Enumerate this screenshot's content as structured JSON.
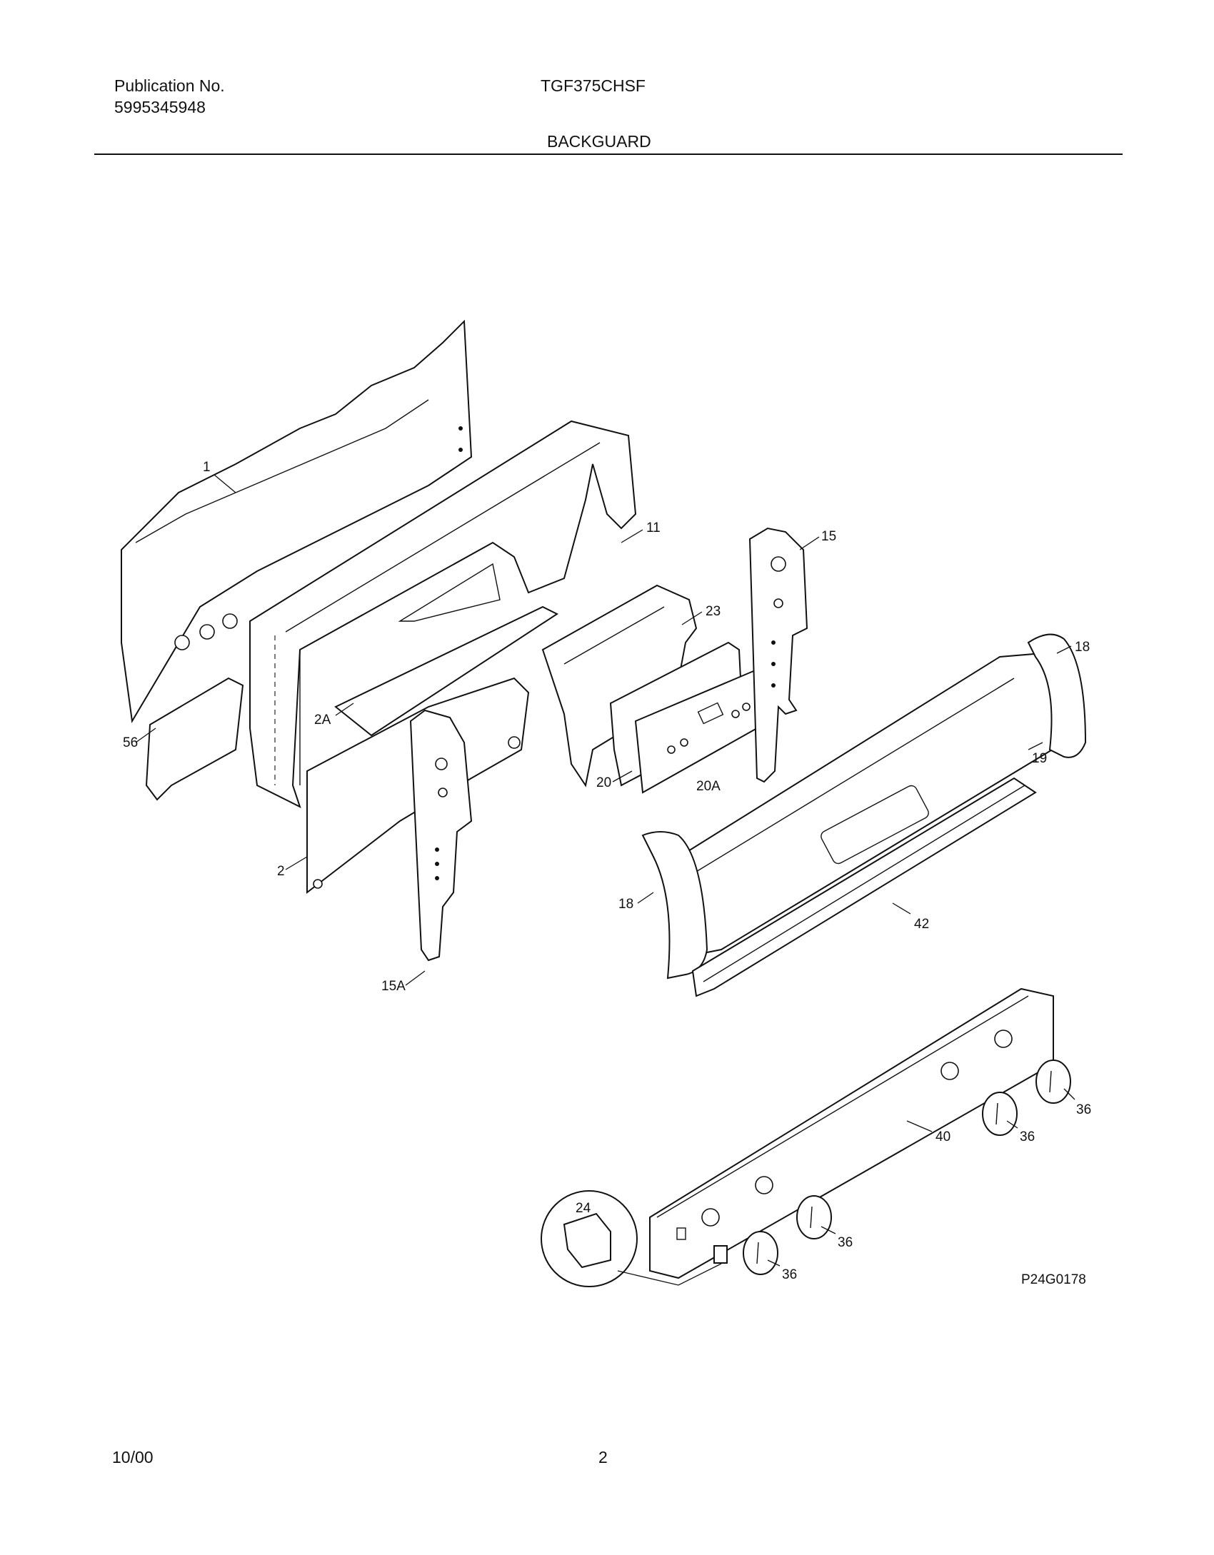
{
  "header": {
    "publication_label": "Publication No.",
    "publication_number": "5995345948",
    "model": "TGF375CHSF",
    "section_title": "BACKGUARD"
  },
  "diagram": {
    "reference_code": "P24G0178",
    "callouts": {
      "c1": "1",
      "c11": "11",
      "c15": "15",
      "c23": "23",
      "c18_right": "18",
      "c2A": "2A",
      "c56": "56",
      "c20": "20",
      "c20A": "20A",
      "c19": "19",
      "c2": "2",
      "c18_left": "18",
      "c42": "42",
      "c15A": "15A",
      "c36_a": "36",
      "c36_b": "36",
      "c40": "40",
      "c24": "24",
      "c36_c": "36",
      "c36_d": "36"
    }
  },
  "footer": {
    "date": "10/00",
    "page": "2"
  }
}
